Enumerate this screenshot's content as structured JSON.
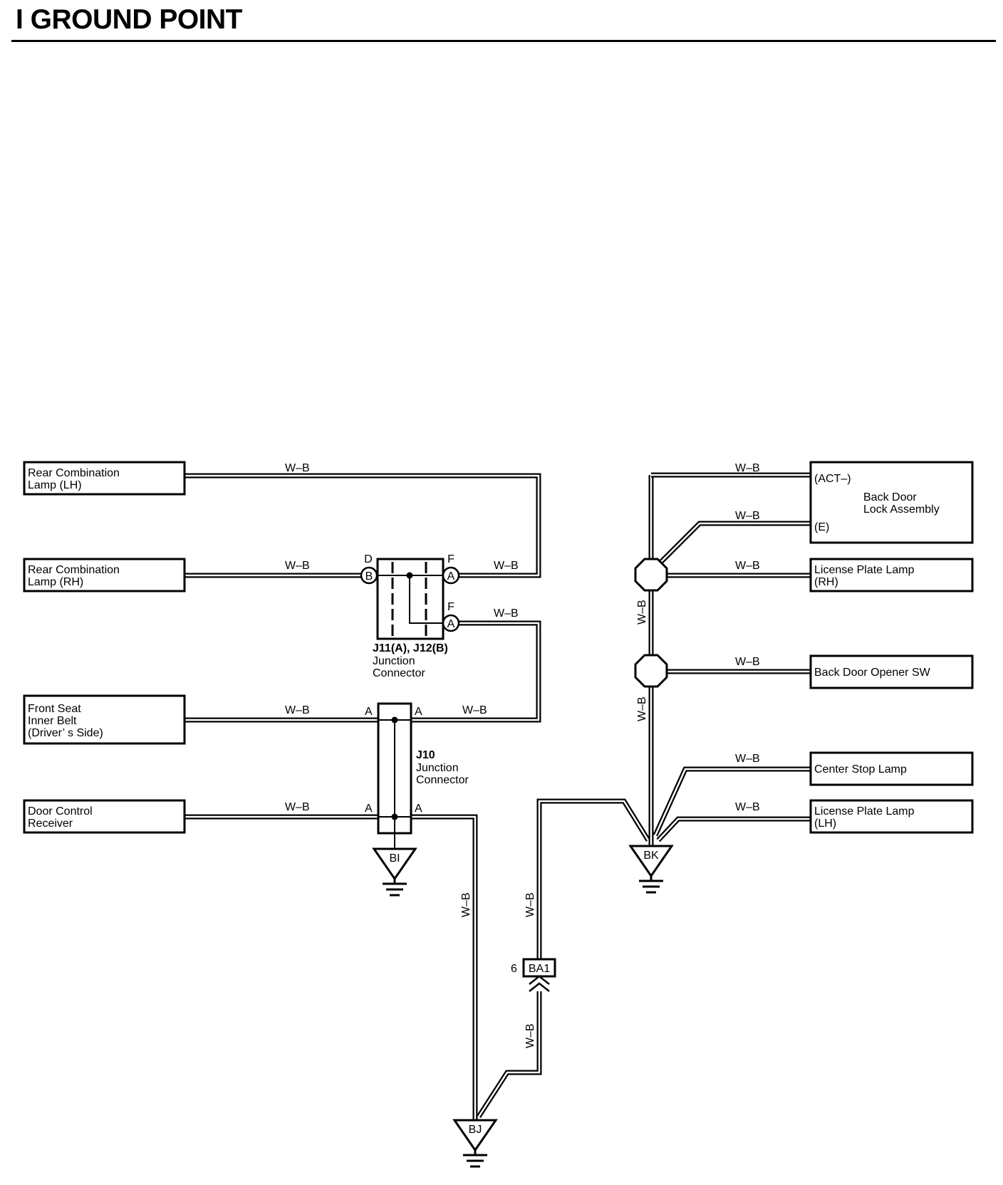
{
  "header": {
    "title": "I  GROUND POINT"
  },
  "wire_color": "W–B",
  "components": {
    "rear_comb_lh": [
      "Rear Combination",
      "Lamp (LH)"
    ],
    "rear_comb_rh": [
      "Rear Combination",
      "Lamp (RH)"
    ],
    "front_seat_belt": [
      "Front Seat",
      "Inner Belt",
      "(Driver’ s Side)"
    ],
    "door_control_receiver": [
      "Door Control",
      "Receiver"
    ],
    "back_door_lock": {
      "pin_act": "(ACT–)",
      "pin_e": "(E)",
      "name": [
        "Back Door",
        "Lock Assembly"
      ]
    },
    "license_plate_rh": [
      "License Plate Lamp",
      "(RH)"
    ],
    "back_door_opener": "Back Door Opener SW",
    "center_stop_lamp": "Center Stop Lamp",
    "license_plate_lh": [
      "License Plate Lamp",
      "(LH)"
    ]
  },
  "junctions": {
    "j11_j12": {
      "name": "J11(A), J12(B)",
      "desc": [
        "Junction",
        "Connector"
      ],
      "pins": {
        "d": "D",
        "f": "F",
        "b": "B",
        "a": "A"
      }
    },
    "j10": {
      "name": "J10",
      "desc": [
        "Junction",
        "Connector"
      ],
      "pin": "A"
    }
  },
  "connector": {
    "id": "BA1",
    "pin": "6"
  },
  "grounds": {
    "bi": "BI",
    "bj": "BJ",
    "bk": "BK"
  }
}
